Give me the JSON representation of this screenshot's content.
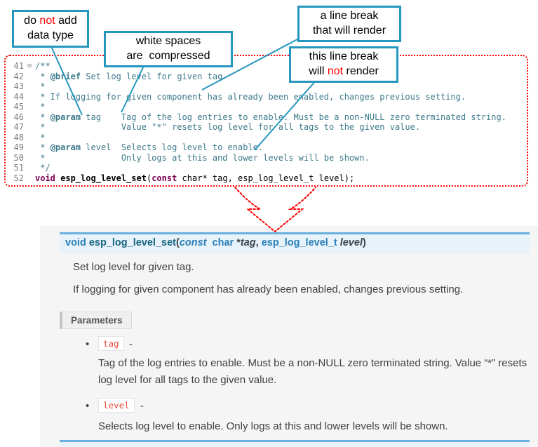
{
  "colors": {
    "callout_border_teal": "#2596be",
    "annotation_red": "#ff0000",
    "comment_teal": "#3e7a8c",
    "keyword_purple": "#7f0055",
    "signature_border": "#6ab0de",
    "signature_bg": "#e7f2fa",
    "param_name_red": "#e74c3c",
    "docs_panel_bg": "#f5f5f5"
  },
  "callouts": [
    {
      "lines": [
        [
          {
            "t": "do "
          },
          {
            "t": "not",
            "red": true
          },
          {
            "t": " add"
          }
        ],
        [
          {
            "t": "data type"
          }
        ]
      ]
    },
    {
      "lines": [
        [
          {
            "t": "white spaces"
          }
        ],
        [
          {
            "t": "are  compressed"
          }
        ]
      ]
    },
    {
      "lines": [
        [
          {
            "t": "a line break"
          }
        ],
        [
          {
            "t": "that will render"
          }
        ]
      ]
    },
    {
      "lines": [
        [
          {
            "t": "this line break"
          }
        ],
        [
          {
            "t": "will "
          },
          {
            "t": "not",
            "red": true
          },
          {
            "t": " render"
          }
        ]
      ]
    }
  ],
  "code": {
    "lines": [
      {
        "num": "41",
        "fold": "⊖",
        "segs": [
          {
            "t": "/**",
            "c": "cmt"
          }
        ]
      },
      {
        "num": "42",
        "segs": [
          {
            "t": " * ",
            "c": "cmt"
          },
          {
            "t": "@brief",
            "c": "tag"
          },
          {
            "t": " Set log level for given tag",
            "c": "cmt"
          }
        ]
      },
      {
        "num": "43",
        "segs": [
          {
            "t": " *",
            "c": "cmt"
          }
        ]
      },
      {
        "num": "44",
        "segs": [
          {
            "t": " * If logging for given component has already been enabled, changes previous setting.",
            "c": "cmt"
          }
        ]
      },
      {
        "num": "45",
        "segs": [
          {
            "t": " *",
            "c": "cmt"
          }
        ]
      },
      {
        "num": "46",
        "segs": [
          {
            "t": " * ",
            "c": "cmt"
          },
          {
            "t": "@param",
            "c": "tag"
          },
          {
            "t": " tag    Tag of the log entries to enable. Must be a non-NULL zero terminated string.",
            "c": "cmt"
          }
        ]
      },
      {
        "num": "47",
        "segs": [
          {
            "t": " *               Value \"*\" resets log level for all tags to the given value.",
            "c": "cmt"
          }
        ]
      },
      {
        "num": "48",
        "segs": [
          {
            "t": " *",
            "c": "cmt"
          }
        ]
      },
      {
        "num": "49",
        "segs": [
          {
            "t": " * ",
            "c": "cmt"
          },
          {
            "t": "@param",
            "c": "tag"
          },
          {
            "t": " level  Selects log level to enable.",
            "c": "cmt"
          }
        ]
      },
      {
        "num": "50",
        "segs": [
          {
            "t": " *               Only logs at this and lower levels will be shown.",
            "c": "cmt"
          }
        ]
      },
      {
        "num": "51",
        "segs": [
          {
            "t": " */",
            "c": "cmt"
          }
        ]
      },
      {
        "num": "52",
        "segs": [
          {
            "t": "void",
            "c": "kw"
          },
          {
            "t": " ",
            "c": "pl"
          },
          {
            "t": "esp_log_level_set",
            "c": "fn"
          },
          {
            "t": "(",
            "c": "pl"
          },
          {
            "t": "const",
            "c": "kw"
          },
          {
            "t": " char* tag, esp_log_level_t level);",
            "c": "pl"
          }
        ]
      }
    ]
  },
  "docs": {
    "signature": {
      "segs": [
        {
          "t": "void",
          "cls": "kw"
        },
        {
          "t": " ",
          "cls": "pl"
        },
        {
          "t": "esp_log_level_set",
          "cls": "name"
        },
        {
          "t": "(",
          "cls": "pl"
        },
        {
          "t": "const",
          "cls": "kwi"
        },
        {
          "t": "  char ",
          "cls": "type"
        },
        {
          "t": "*",
          "cls": "pl"
        },
        {
          "t": "tag",
          "cls": "param"
        },
        {
          "t": ", ",
          "cls": "pl"
        },
        {
          "t": "esp_log_level_t ",
          "cls": "type"
        },
        {
          "t": "level",
          "cls": "param"
        },
        {
          "t": ")",
          "cls": "pl"
        }
      ]
    },
    "p1": "Set log level for given tag.",
    "p2": "If logging for given component has already been enabled, changes previous setting.",
    "parameters_label": "Parameters",
    "bullet": "•",
    "dash": "-",
    "params": [
      {
        "name": "tag",
        "desc": "Tag of the log entries to enable. Must be a non-NULL zero terminated string. Value “*” resets log level for all tags to the given value."
      },
      {
        "name": "level",
        "desc": "Selects log level to enable. Only logs at this and lower levels will be shown."
      }
    ]
  }
}
